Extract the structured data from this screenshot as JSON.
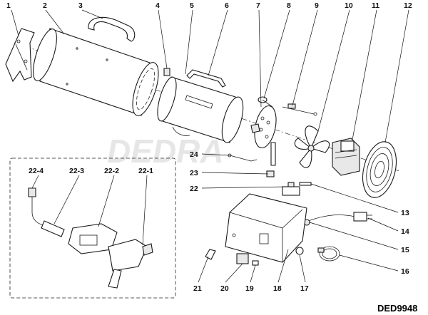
{
  "diagram": {
    "code": "DED9948",
    "watermark": "DEDRA",
    "labels": [
      "1",
      "2",
      "3",
      "4",
      "5",
      "6",
      "7",
      "8",
      "9",
      "10",
      "11",
      "12",
      "13",
      "14",
      "15",
      "16",
      "17",
      "18",
      "19",
      "20",
      "21",
      "22",
      "22-1",
      "22-2",
      "22-3",
      "22-4",
      "23",
      "24"
    ]
  }
}
